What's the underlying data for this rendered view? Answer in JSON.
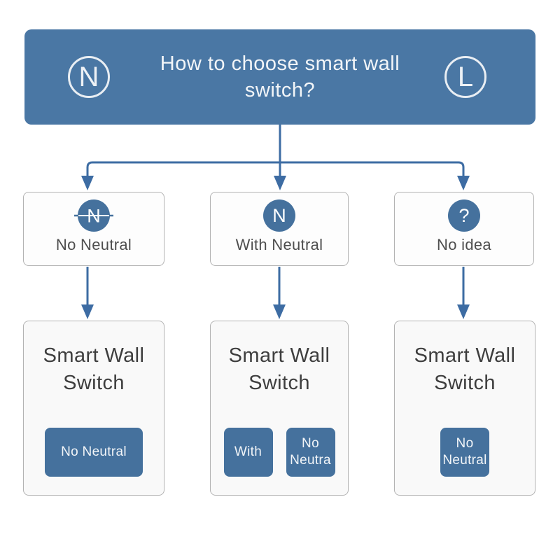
{
  "colors": {
    "primary_blue": "#4a77a4",
    "icon_button_blue": "#45719d",
    "connector_blue": "#3d6ca3",
    "box_border_gray": "#b3b3b3",
    "branch_box_bg": "#fdfdfd",
    "product_card_bg": "#f9f9f9",
    "header_text": "#f2f5f8",
    "label_text": "#4e4e4e",
    "heading_text": "#3e3e3e"
  },
  "header": {
    "title": "How to choose smart wall\nswitch?",
    "left_badge_letter": "N",
    "right_badge_letter": "L"
  },
  "branches": [
    {
      "icon": "neutral-crossed-circle-icon",
      "icon_letter": "N",
      "label": "No Neutral"
    },
    {
      "icon": "neutral-circle-icon",
      "icon_letter": "N",
      "label": "With Neutral"
    },
    {
      "icon": "question-circle-icon",
      "icon_letter": "?",
      "label": "No idea"
    }
  ],
  "products": [
    {
      "title": "Smart Wall Switch",
      "buttons": [
        {
          "label": "No Neutral"
        }
      ]
    },
    {
      "title": "Smart Wall Switch",
      "buttons": [
        {
          "label": "With"
        },
        {
          "label": "No\nNeutra"
        }
      ]
    },
    {
      "title": "Smart Wall Switch",
      "buttons": [
        {
          "label": "No\nNeutral"
        }
      ]
    }
  ]
}
